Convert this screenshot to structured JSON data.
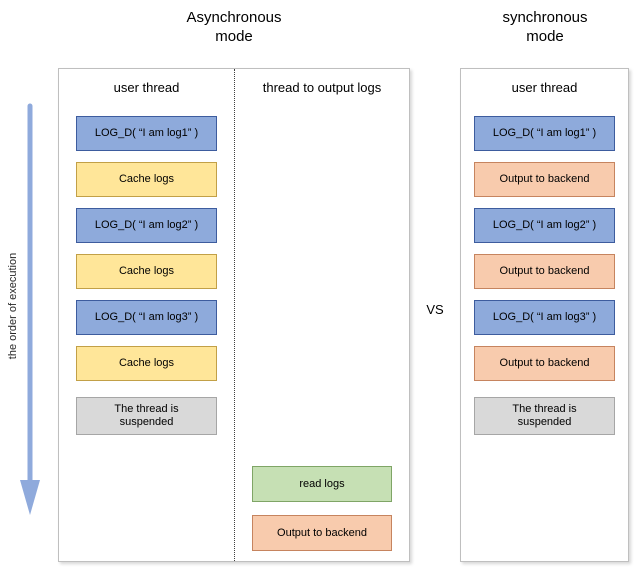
{
  "titles": {
    "async": "Asynchronous\nmode",
    "sync": "synchronous\nmode"
  },
  "vs_label": "VS",
  "axis": {
    "label": "the order of execution"
  },
  "async_panel": {
    "user_thread": {
      "header": "user thread",
      "boxes": [
        {
          "label": "LOG_D( “I am log1” )",
          "type": "log"
        },
        {
          "label": "Cache logs",
          "type": "cache"
        },
        {
          "label": "LOG_D( “I am log2” )",
          "type": "log"
        },
        {
          "label": "Cache logs",
          "type": "cache"
        },
        {
          "label": "LOG_D( “I am log3” )",
          "type": "log"
        },
        {
          "label": "Cache logs",
          "type": "cache"
        },
        {
          "label": "The thread is\nsuspended",
          "type": "suspended"
        }
      ]
    },
    "output_thread": {
      "header": "thread to output logs",
      "boxes": [
        {
          "label": "read logs",
          "type": "read"
        },
        {
          "label": "Output to backend",
          "type": "output"
        }
      ]
    }
  },
  "sync_panel": {
    "user_thread": {
      "header": "user thread",
      "boxes": [
        {
          "label": "LOG_D( “I am log1” )",
          "type": "log"
        },
        {
          "label": "Output to backend",
          "type": "output"
        },
        {
          "label": "LOG_D( “I am log2” )",
          "type": "log"
        },
        {
          "label": "Output to backend",
          "type": "output"
        },
        {
          "label": "LOG_D( “I am log3” )",
          "type": "log"
        },
        {
          "label": "Output to backend",
          "type": "output"
        },
        {
          "label": "The thread is\nsuspended",
          "type": "suspended"
        }
      ]
    }
  },
  "colors": {
    "log_fill": "#8EAADB",
    "log_border": "#3D5C9E",
    "cache_fill": "#FFE699",
    "cache_border": "#C2A047",
    "suspended_fill": "#D9D9D9",
    "suspended_border": "#A6A6A6",
    "read_fill": "#C6E0B4",
    "read_border": "#7FA566",
    "output_fill": "#F8CBAD",
    "output_border": "#C6845F",
    "arrow": "#8FAADC",
    "panel_border": "#BFBFBF"
  }
}
